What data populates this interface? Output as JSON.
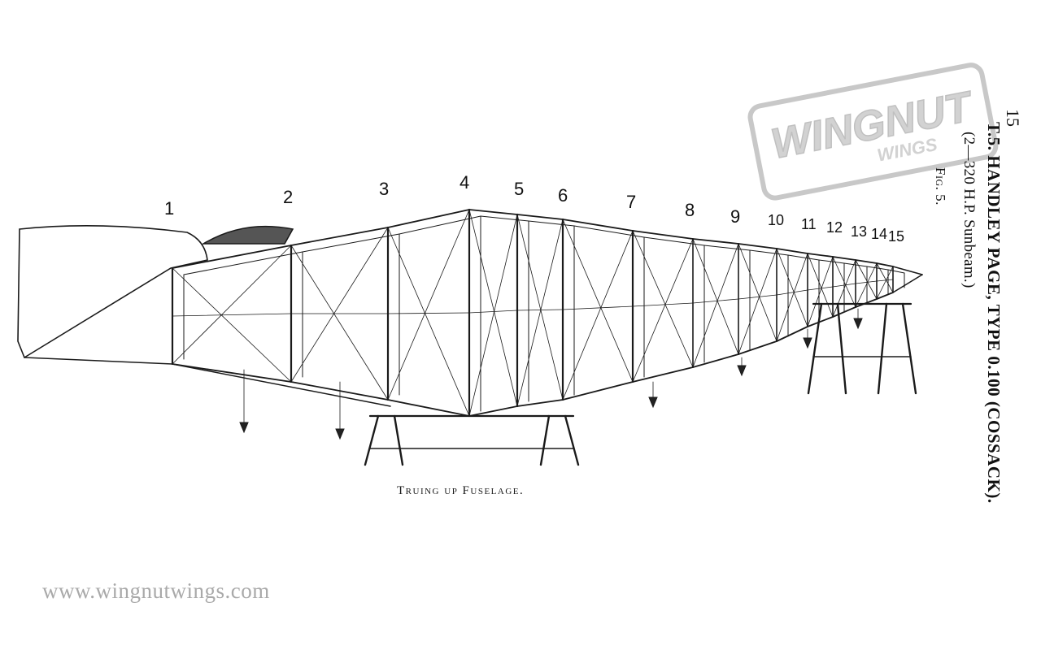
{
  "figure": {
    "caption": "Truing up Fuselage.",
    "frame_numbers": [
      "1",
      "2",
      "3",
      "4",
      "5",
      "6",
      "7",
      "8",
      "9",
      "10",
      "11",
      "12",
      "13",
      "14",
      "15"
    ]
  },
  "side_heading": {
    "page_number": "15",
    "title": "T.5.  HANDLEY PAGE, TYPE 0.100 (COSSACK).",
    "subtitle": "(2—320 H.P. Sunbeam.)",
    "fig_label": "Fig. 5."
  },
  "watermark": {
    "logo_line1": "WINGNUT",
    "logo_line2": "WINGS",
    "url": "www.wingnutwings.com"
  },
  "colors": {
    "ink": "#1a1a1a",
    "watermark_gray": "#a9a9a9",
    "background": "#ffffff"
  }
}
